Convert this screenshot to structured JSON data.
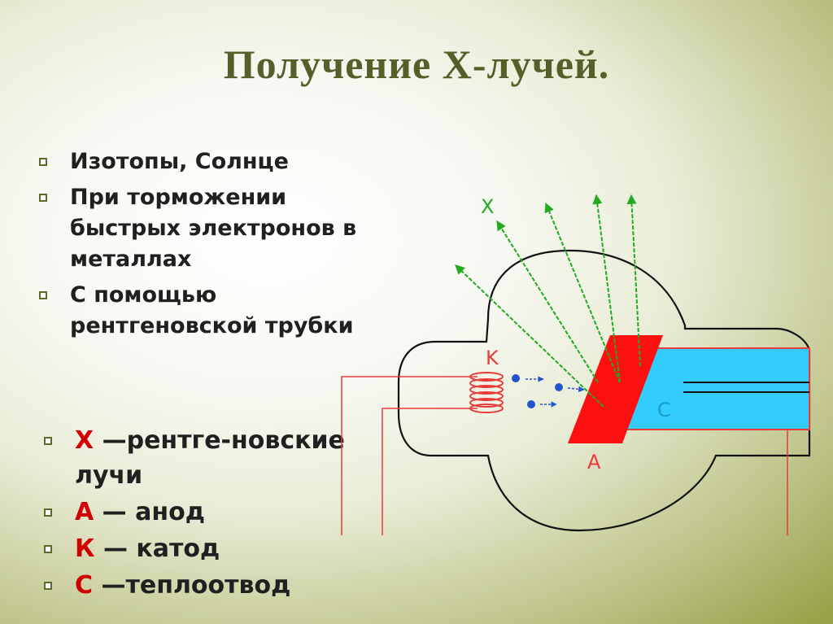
{
  "title": "Получение Х-лучей.",
  "sources": [
    "Изотопы, Солнце",
    "При торможении быстрых электронов в металлах",
    "С помощью рентгеновской трубки"
  ],
  "legend": [
    {
      "key": "Х",
      "sep": " —",
      "text": "рентге-новские лучи"
    },
    {
      "key": "А",
      "sep": " — ",
      "text": "анод"
    },
    {
      "key": "К",
      "sep": " — ",
      "text": "катод"
    },
    {
      "key": "С",
      "sep": " —",
      "text": "теплоотвод"
    }
  ],
  "diagram": {
    "label_x": "X",
    "label_k": "K",
    "label_a": "A",
    "label_c": "C"
  },
  "colors": {
    "title": "#555f29",
    "accent_red": "#d00000",
    "anode": "#ff0000",
    "heatsink": "#33ccff",
    "rays": "#22aa22",
    "wire": "#e83b3b",
    "electrons": "#2255cc"
  }
}
